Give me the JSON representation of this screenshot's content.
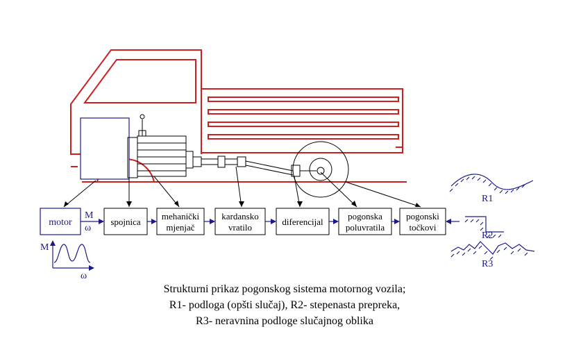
{
  "blocks": {
    "motor": "motor",
    "spojnica": "spojnica",
    "menjac_1": "mehanički",
    "menjac_2": "mjenjač",
    "kardan_1": "kardansko",
    "kardan_2": "vratilo",
    "diferencijal": "diferencijal",
    "poluvratila_1": "pogonska",
    "poluvratila_2": "poluvratila",
    "tockovi_1": "pogonski",
    "tockovi_2": "točkovi"
  },
  "flow_labels": {
    "M": "M",
    "omega": "ω"
  },
  "graph": {
    "y_label": "M",
    "x_label": "ω"
  },
  "road": {
    "r1": "R1",
    "r2": "R2",
    "r3": "R3"
  },
  "caption": {
    "line1": "Strukturni prikaz pogonskog sistema motornog vozila;",
    "line2": "R1- podloga (opšti slučaj), R2- stepenasta prepreka,",
    "line3": "R3-  neravnina podloge slučajnog oblika"
  },
  "colors": {
    "truck": "#cc1f1f",
    "motor": "#1a1a8c",
    "outline": "#000000"
  }
}
